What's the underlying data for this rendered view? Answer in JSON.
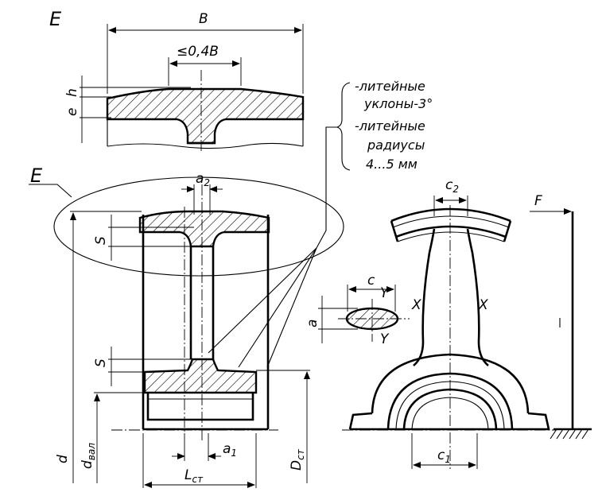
{
  "labels": {
    "detail_marker": "E",
    "width_B": "B",
    "hub_limit": "≤0,4B",
    "e": "e",
    "h": "h",
    "callout_E": "E",
    "a2_main": "a",
    "a2_sub": "2",
    "s_top": "S",
    "s_bottom": "S",
    "a1_main": "a",
    "a1_sub": "1",
    "d": "d",
    "dval_main": "d",
    "dval_sub": "вал",
    "dst_main": "D",
    "dst_sub": "ст",
    "lst_main": "L",
    "lst_sub": "ст",
    "c": "c",
    "a": "a",
    "y_top": "Y",
    "y_bottom": "Y",
    "x_left": "X",
    "x_right": "X",
    "c2_main": "c",
    "c2_sub": "2",
    "c1_main": "c",
    "c1_sub": "1",
    "F": "F"
  },
  "notes": {
    "line1": "-литейные",
    "line2": "уклоны-3°",
    "line3": "-литейные",
    "line4": "радиусы",
    "line5": "4...5  мм"
  }
}
